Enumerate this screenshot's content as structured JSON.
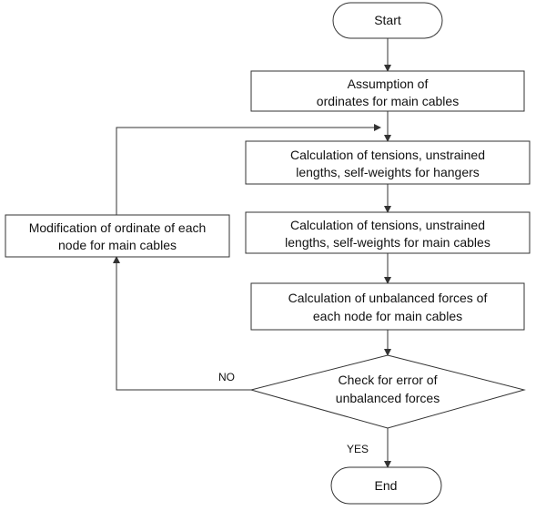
{
  "flowchart": {
    "start": {
      "label": "Start"
    },
    "assumption": {
      "line1": "Assumption of",
      "line2": "ordinates for main cables"
    },
    "calc_hangers": {
      "line1": "Calculation of tensions, unstrained",
      "line2": "lengths, self-weights for hangers"
    },
    "calc_main_cables": {
      "line1": "Calculation of tensions, unstrained",
      "line2": "lengths, self-weights for main cables"
    },
    "calc_unbalanced": {
      "line1": "Calculation of unbalanced forces of",
      "line2": "each node for main cables"
    },
    "check_error": {
      "line1": "Check for error of",
      "line2": "unbalanced forces"
    },
    "modification": {
      "line1": "Modification of ordinate of each",
      "line2": "node for main cables"
    },
    "end": {
      "label": "End"
    },
    "edge_labels": {
      "no": "NO",
      "yes": "YES"
    }
  }
}
